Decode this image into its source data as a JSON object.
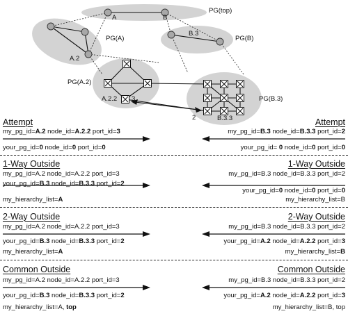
{
  "topology": {
    "peer_groups": {
      "top": "PG(top)",
      "a": "PG(A)",
      "b": "PG(B)",
      "a2": "PG(A.2)",
      "b3": "PG(B.3)"
    },
    "nodes": {
      "a": "A",
      "b": "B",
      "a2": "A.2",
      "b3": "B.3",
      "a22": "A.2.2",
      "b33": "B.3.3"
    },
    "ports": {
      "p3": "3",
      "p2": "2"
    }
  },
  "colors": {
    "ellipse": "#d3d3d3",
    "node": "#a8a8a8",
    "line": "#111111"
  },
  "stages": [
    {
      "title": "Attempt",
      "left": {
        "row1": [
          {
            "t": "my_pg_id=",
            "b": false
          },
          {
            "t": "A.2",
            "b": true
          },
          {
            "t": " node_id=",
            "b": false
          },
          {
            "t": "A.2.2",
            "b": true
          },
          {
            "t": " port_id=",
            "b": false
          },
          {
            "t": "3",
            "b": true
          }
        ],
        "row2": [
          {
            "t": "your_pg_id=",
            "b": false
          },
          {
            "t": "0",
            "b": true
          },
          {
            "t": " node_id=",
            "b": false
          },
          {
            "t": "0",
            "b": true
          },
          {
            "t": " port_id=",
            "b": false
          },
          {
            "t": "0",
            "b": true
          }
        ]
      },
      "right": {
        "row1": [
          {
            "t": "my_pg_id=",
            "b": false
          },
          {
            "t": "B.3",
            "b": true
          },
          {
            "t": " node_id=",
            "b": false
          },
          {
            "t": "B.3.3",
            "b": true
          },
          {
            "t": " port_id=",
            "b": false
          },
          {
            "t": "2",
            "b": true
          }
        ],
        "row2": [
          {
            "t": "your_pg_id= ",
            "b": false
          },
          {
            "t": "0",
            "b": true
          },
          {
            "t": " node_id=",
            "b": false
          },
          {
            "t": "0",
            "b": true
          },
          {
            "t": " port_id=",
            "b": false
          },
          {
            "t": "0",
            "b": true
          }
        ]
      }
    },
    {
      "title": "1-Way Outside",
      "left": {
        "row1": [
          {
            "t": "my_pg_id=A.2 node_id=A.2.2 port_id=3",
            "b": false
          }
        ],
        "row2": [
          {
            "t": "your_pg_id=",
            "b": false
          },
          {
            "t": "B.3",
            "b": true
          },
          {
            "t": " node_id=",
            "b": false
          },
          {
            "t": "B.3.3",
            "b": true
          },
          {
            "t": " port_id=",
            "b": false
          },
          {
            "t": "2",
            "b": true
          }
        ],
        "row3": [
          {
            "t": "my_hierarchy_list=",
            "b": false
          },
          {
            "t": "A",
            "b": true
          }
        ]
      },
      "right": {
        "row1": [
          {
            "t": "my_pg_id=B.3 node_id=B.3.3 port_id=2",
            "b": false
          }
        ],
        "row2": [
          {
            "t": "your_pg_id=",
            "b": false
          },
          {
            "t": "0",
            "b": true
          },
          {
            "t": " node_id=",
            "b": false
          },
          {
            "t": "0",
            "b": true
          },
          {
            "t": " port_id=",
            "b": false
          },
          {
            "t": "0",
            "b": true
          }
        ],
        "row3": [
          {
            "t": "my_hierarchy_list=B",
            "b": false
          }
        ]
      }
    },
    {
      "title": "2-Way Outside",
      "left": {
        "row1": [
          {
            "t": "my_pg_id=A.2 node_id=A.2.2 port_id=3",
            "b": false
          }
        ],
        "row2": [
          {
            "t": "your_pg_id=",
            "b": false
          },
          {
            "t": "B.3",
            "b": true
          },
          {
            "t": " node_id=",
            "b": false
          },
          {
            "t": "B.3.3",
            "b": true
          },
          {
            "t": " port_id=",
            "b": false
          },
          {
            "t": "2",
            "b": true
          }
        ],
        "row3": [
          {
            "t": "my_hierarchy_list=",
            "b": false
          },
          {
            "t": "A",
            "b": true
          }
        ]
      },
      "right": {
        "row1": [
          {
            "t": "my_pg_id=B.3 node_id=B.3.3 port_id=2",
            "b": false
          }
        ],
        "row2": [
          {
            "t": "your_pg_id=",
            "b": false
          },
          {
            "t": "A.2",
            "b": true
          },
          {
            "t": " node_id=",
            "b": false
          },
          {
            "t": "A.2.2",
            "b": true
          },
          {
            "t": " port_id=",
            "b": false
          },
          {
            "t": "3",
            "b": true
          }
        ],
        "row3": [
          {
            "t": "my_hierarchy_list=",
            "b": false
          },
          {
            "t": "B",
            "b": true
          }
        ]
      }
    },
    {
      "title": "Common Outside",
      "left": {
        "row1": [
          {
            "t": "my_pg_id=A.2 node_id=A.2.2 port_id=3",
            "b": false
          }
        ],
        "row2": [
          {
            "t": "your_pg_id=",
            "b": false
          },
          {
            "t": "B.3",
            "b": true
          },
          {
            "t": " node_id=",
            "b": false
          },
          {
            "t": "B.3.3",
            "b": true
          },
          {
            "t": " port_id=",
            "b": false
          },
          {
            "t": "2",
            "b": true
          }
        ],
        "row3": [
          {
            "t": "my_hierarchy_list=A, ",
            "b": false
          },
          {
            "t": "top",
            "b": true
          }
        ]
      },
      "right": {
        "row1": [
          {
            "t": "my_pg_id=B.3 node_id=B.3.3 port_id=2",
            "b": false
          }
        ],
        "row2": [
          {
            "t": "your_pg_id=",
            "b": false
          },
          {
            "t": "A.2",
            "b": true
          },
          {
            "t": " node_id=",
            "b": false
          },
          {
            "t": "A.2.2",
            "b": true
          },
          {
            "t": " port_id=",
            "b": false
          },
          {
            "t": "3",
            "b": true
          }
        ],
        "row3": [
          {
            "t": "my_hierarchy_list=B, top",
            "b": false
          }
        ]
      }
    }
  ]
}
